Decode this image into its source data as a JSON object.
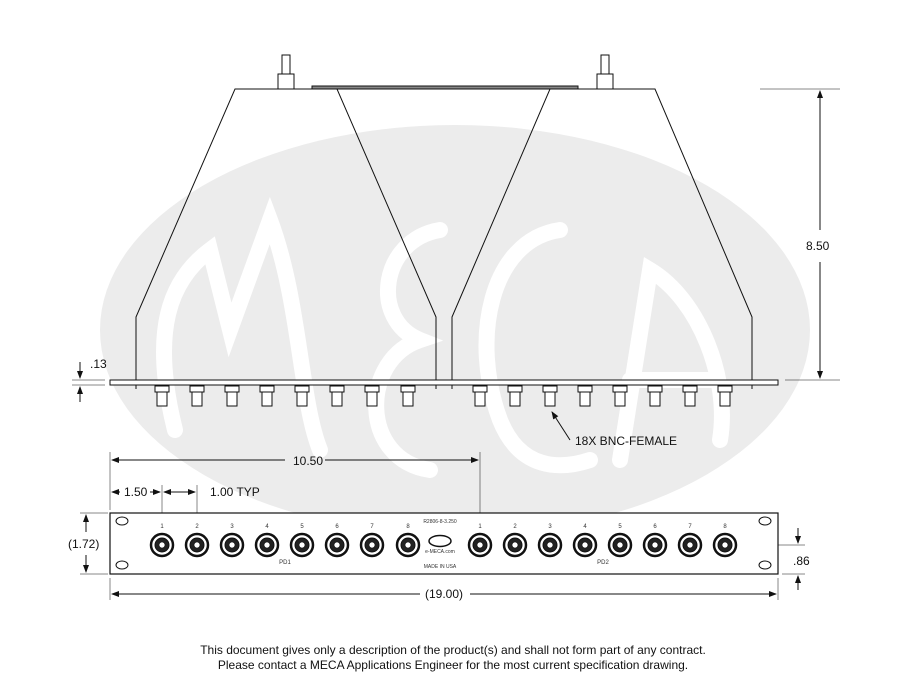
{
  "watermark": {
    "text": "MECA",
    "colors": {
      "fill": "#ececec",
      "letters": "#ffffff"
    }
  },
  "dimensions": {
    "height": "8.50",
    "flange": ".13",
    "connector_callout": "18X BNC-FEMALE",
    "port1_to_port1": "10.50",
    "first_port": "1.50",
    "pitch": "1.00 TYP",
    "panel_height": "(1.72)",
    "port_center": ".86",
    "panel_width": "(19.00)"
  },
  "panel": {
    "part_number": "R2806-8-3.250",
    "logo_text": "MECA",
    "website": "e-MECA.com",
    "origin": "MADE IN USA",
    "groups": [
      {
        "label": "PD1",
        "ports": [
          "1",
          "2",
          "3",
          "4",
          "5",
          "6",
          "7",
          "8"
        ]
      },
      {
        "label": "PD2",
        "ports": [
          "1",
          "2",
          "3",
          "4",
          "5",
          "6",
          "7",
          "8"
        ]
      }
    ]
  },
  "footer": {
    "line1": "This document gives only a description of the product(s) and shall not form part of any contract.",
    "line2": "Please contact a MECA Applications Engineer for the most current specification drawing."
  }
}
